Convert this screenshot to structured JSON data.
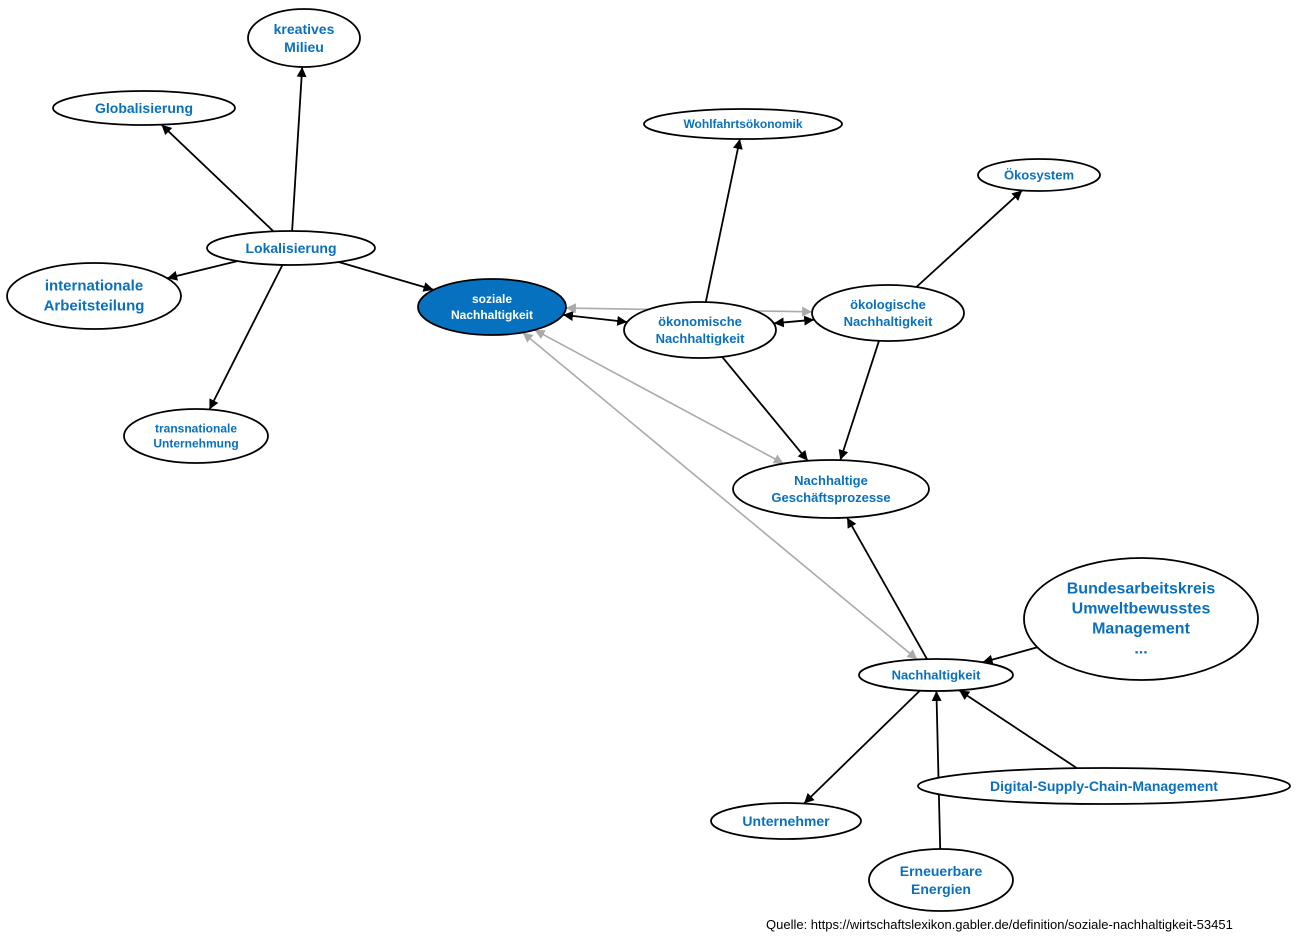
{
  "nodes": {
    "kreatives_milieu": {
      "lines": [
        "kreatives",
        "Milieu"
      ]
    },
    "globalisierung": {
      "lines": [
        "Globalisierung"
      ]
    },
    "lokalisierung": {
      "lines": [
        "Lokalisierung"
      ]
    },
    "internationale_arbeitsteilung": {
      "lines": [
        "internationale",
        "Arbeitsteilung"
      ]
    },
    "transnationale_unternehmung": {
      "lines": [
        "transnationale",
        "Unternehmung"
      ]
    },
    "soziale_nachhaltigkeit": {
      "lines": [
        "soziale",
        "Nachhaltigkeit"
      ],
      "selected": true
    },
    "wohlfahrtsoekonomik": {
      "lines": [
        "Wohlfahrtsökonomik"
      ]
    },
    "oekosystem": {
      "lines": [
        "Ökosystem"
      ]
    },
    "oekonomische_nachhaltigkeit": {
      "lines": [
        "ökonomische",
        "Nachhaltigkeit"
      ]
    },
    "oekologische_nachhaltigkeit": {
      "lines": [
        "ökologische",
        "Nachhaltigkeit"
      ]
    },
    "nachhaltige_geschaeftsprozesse": {
      "lines": [
        "Nachhaltige",
        "Geschäftsprozesse"
      ]
    },
    "bundesarbeitskreis": {
      "lines": [
        "Bundesarbeitskreis",
        "Umweltbewusstes",
        "Management",
        "..."
      ]
    },
    "nachhaltigkeit": {
      "lines": [
        "Nachhaltigkeit"
      ]
    },
    "digital_supply_chain": {
      "lines": [
        "Digital-Supply-Chain-Management"
      ]
    },
    "unternehmer": {
      "lines": [
        "Unternehmer"
      ]
    },
    "erneuerbare_energien": {
      "lines": [
        "Erneuerbare",
        "Energien"
      ]
    }
  },
  "edges": [
    {
      "from": "lokalisierung",
      "to": "kreatives_milieu",
      "style": "main"
    },
    {
      "from": "lokalisierung",
      "to": "globalisierung",
      "style": "main"
    },
    {
      "from": "lokalisierung",
      "to": "internationale_arbeitsteilung",
      "style": "main"
    },
    {
      "from": "lokalisierung",
      "to": "transnationale_unternehmung",
      "style": "main"
    },
    {
      "from": "lokalisierung",
      "to": "soziale_nachhaltigkeit",
      "style": "main"
    },
    {
      "from": "soziale_nachhaltigkeit",
      "to": "oekonomische_nachhaltigkeit",
      "style": "main",
      "bidirectional": true
    },
    {
      "from": "oekonomische_nachhaltigkeit",
      "to": "oekologische_nachhaltigkeit",
      "style": "main",
      "bidirectional": true
    },
    {
      "from": "soziale_nachhaltigkeit",
      "to": "oekologische_nachhaltigkeit",
      "style": "ref",
      "bidirectional": true
    },
    {
      "from": "soziale_nachhaltigkeit",
      "to": "nachhaltige_geschaeftsprozesse",
      "style": "ref",
      "bidirectional": true
    },
    {
      "from": "soziale_nachhaltigkeit",
      "to": "nachhaltigkeit",
      "style": "ref",
      "bidirectional": true
    },
    {
      "from": "oekonomische_nachhaltigkeit",
      "to": "wohlfahrtsoekonomik",
      "style": "main"
    },
    {
      "from": "oekologische_nachhaltigkeit",
      "to": "oekosystem",
      "style": "main"
    },
    {
      "from": "oekonomische_nachhaltigkeit",
      "to": "nachhaltige_geschaeftsprozesse",
      "style": "main"
    },
    {
      "from": "oekologische_nachhaltigkeit",
      "to": "nachhaltige_geschaeftsprozesse",
      "style": "main"
    },
    {
      "from": "nachhaltigkeit",
      "to": "nachhaltige_geschaeftsprozesse",
      "style": "main"
    },
    {
      "from": "bundesarbeitskreis",
      "to": "nachhaltigkeit",
      "style": "main"
    },
    {
      "from": "digital_supply_chain",
      "to": "nachhaltigkeit",
      "style": "main"
    },
    {
      "from": "erneuerbare_energien",
      "to": "nachhaltigkeit",
      "style": "main"
    },
    {
      "from": "nachhaltigkeit",
      "to": "unternehmer",
      "style": "main"
    }
  ],
  "colors": {
    "label": "#0a70bd",
    "selected_fill": "#0672bf",
    "edge": "#000000",
    "ref_edge": "#aaaaaa"
  },
  "source": "Quelle: https://wirtschaftslexikon.gabler.de/definition/soziale-nachhaltigkeit-53451"
}
